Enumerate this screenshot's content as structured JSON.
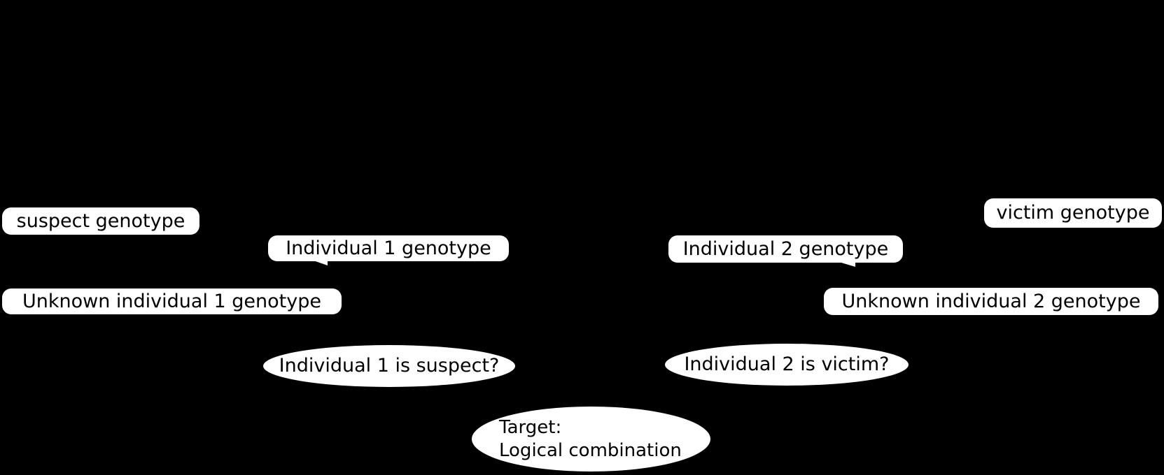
{
  "diagram": {
    "type": "bayesian-network",
    "colors": {
      "background": "#000000",
      "node_fill": "#ffffff",
      "node_text": "#000000"
    },
    "nodes": {
      "suspect_genotype": {
        "label": "suspect genotype",
        "shape": "rounded-rect"
      },
      "individual1_genotype": {
        "label": "Individual 1 genotype",
        "shape": "rounded-rect"
      },
      "individual2_genotype": {
        "label": "Individual 2 genotype",
        "shape": "rounded-rect"
      },
      "victim_genotype": {
        "label": "victim genotype",
        "shape": "rounded-rect"
      },
      "unknown_individual1_genotype": {
        "label": "Unknown individual 1 genotype",
        "shape": "rounded-rect"
      },
      "unknown_individual2_genotype": {
        "label": "Unknown individual 2 genotype",
        "shape": "rounded-rect"
      },
      "individual1_is_suspect": {
        "label": "Individual 1 is suspect?",
        "shape": "ellipse"
      },
      "individual2_is_victim": {
        "label": "Individual 2 is victim?",
        "shape": "ellipse"
      },
      "target": {
        "line1": "Target:",
        "line2": "Logical combination",
        "shape": "ellipse"
      }
    }
  }
}
